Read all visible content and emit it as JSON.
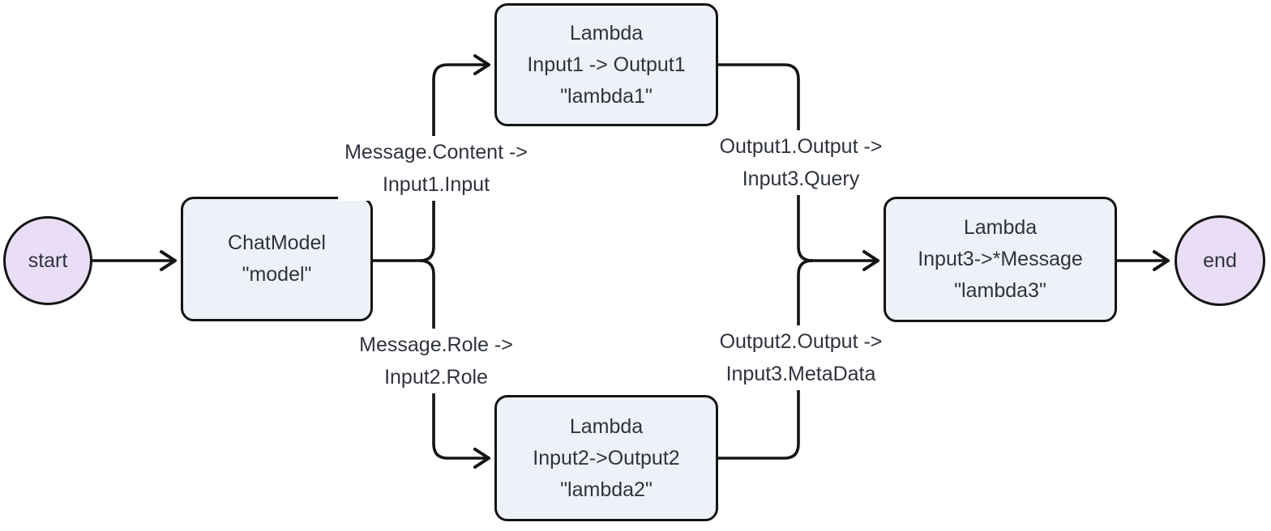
{
  "diagram": {
    "kind": "flowchart",
    "nodes": {
      "start": {
        "label": "start"
      },
      "chatmodel": {
        "lines": [
          "ChatModel",
          "\"model\""
        ]
      },
      "lambda1": {
        "lines": [
          "Lambda",
          "Input1 -> Output1",
          "\"lambda1\""
        ]
      },
      "lambda2": {
        "lines": [
          "Lambda",
          "Input2->Output2",
          "\"lambda2\""
        ]
      },
      "lambda3": {
        "lines": [
          "Lambda",
          "Input3->*Message",
          "\"lambda3\""
        ]
      },
      "end": {
        "label": "end"
      }
    },
    "edge_labels": {
      "chatmodel_to_lambda1": [
        "Message.Content ->",
        "Input1.Input"
      ],
      "chatmodel_to_lambda2": [
        "Message.Role ->",
        "Input2.Role"
      ],
      "lambda1_to_lambda3": [
        "Output1.Output ->",
        "Input3.Query"
      ],
      "lambda2_to_lambda3": [
        "Output2.Output ->",
        "Input3.MetaData"
      ]
    },
    "colors": {
      "rect_fill": "#edf2f9",
      "circle_fill": "#e9def6",
      "stroke": "#141414",
      "text": "#2f333d",
      "background": "#ffffff"
    }
  }
}
